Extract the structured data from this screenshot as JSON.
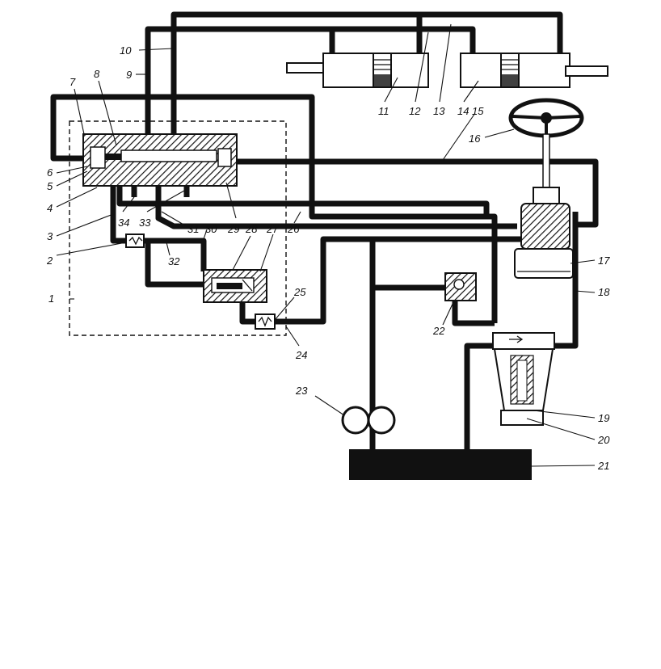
{
  "diagram": {
    "labels": [
      {
        "id": "1",
        "text": "1"
      },
      {
        "id": "2",
        "text": "2"
      },
      {
        "id": "3",
        "text": "3"
      },
      {
        "id": "4",
        "text": "4"
      },
      {
        "id": "5",
        "text": "5"
      },
      {
        "id": "6",
        "text": "6"
      },
      {
        "id": "7",
        "text": "7"
      },
      {
        "id": "8",
        "text": "8"
      },
      {
        "id": "9",
        "text": "9"
      },
      {
        "id": "10",
        "text": "10"
      },
      {
        "id": "11",
        "text": "11"
      },
      {
        "id": "12",
        "text": "12"
      },
      {
        "id": "13",
        "text": "13"
      },
      {
        "id": "14",
        "text": "14"
      },
      {
        "id": "15",
        "text": "15"
      },
      {
        "id": "16",
        "text": "16"
      },
      {
        "id": "17",
        "text": "17"
      },
      {
        "id": "18",
        "text": "18"
      },
      {
        "id": "19",
        "text": "19"
      },
      {
        "id": "20",
        "text": "20"
      },
      {
        "id": "21",
        "text": "21"
      },
      {
        "id": "22",
        "text": "22"
      },
      {
        "id": "23",
        "text": "23"
      },
      {
        "id": "24",
        "text": "24"
      },
      {
        "id": "25",
        "text": "25"
      },
      {
        "id": "26",
        "text": "26"
      },
      {
        "id": "27",
        "text": "27"
      },
      {
        "id": "28",
        "text": "28"
      },
      {
        "id": "29",
        "text": "29"
      },
      {
        "id": "30",
        "text": "30"
      },
      {
        "id": "31",
        "text": "31"
      },
      {
        "id": "32",
        "text": "32"
      },
      {
        "id": "33",
        "text": "33"
      },
      {
        "id": "34",
        "text": "34"
      }
    ]
  }
}
